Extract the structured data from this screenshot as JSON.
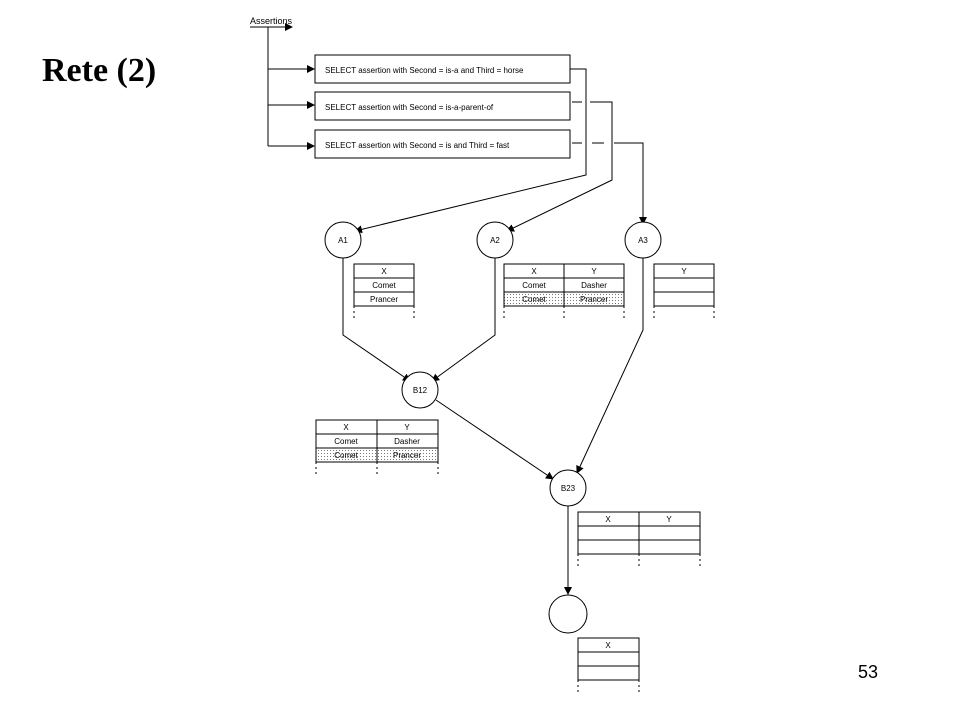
{
  "slide": {
    "title": "Rete (2)",
    "page_number": "53"
  },
  "source_label": "Assertions",
  "select_boxes": [
    "SELECT assertion with Second = is-a and Third = horse",
    "SELECT assertion with Second = is-a-parent-of",
    "SELECT assertion with Second = is and Third = fast"
  ],
  "nodes": {
    "a1": "A1",
    "a2": "A2",
    "a3": "A3",
    "b12": "B12",
    "b23": "B23",
    "terminal": ""
  },
  "tables": {
    "a1": {
      "headers": [
        "X"
      ],
      "rows": [
        [
          "Comet"
        ],
        [
          "Prancer"
        ]
      ],
      "highlighted_rows": []
    },
    "a2": {
      "headers": [
        "X",
        "Y"
      ],
      "rows": [
        [
          "Comet",
          "Dasher"
        ],
        [
          "Comet",
          "Prancer"
        ]
      ],
      "highlighted_rows": [
        1
      ]
    },
    "a3": {
      "headers": [
        "Y"
      ],
      "rows": [
        [
          ""
        ],
        [
          ""
        ]
      ],
      "highlighted_rows": []
    },
    "b12": {
      "headers": [
        "X",
        "Y"
      ],
      "rows": [
        [
          "Comet",
          "Dasher"
        ],
        [
          "Comet",
          "Prancer"
        ]
      ],
      "highlighted_rows": [
        1
      ]
    },
    "b23": {
      "headers": [
        "X",
        "Y"
      ],
      "rows": [
        [
          "",
          ""
        ],
        [
          "",
          ""
        ]
      ],
      "highlighted_rows": []
    },
    "terminal": {
      "headers": [
        "X"
      ],
      "rows": [
        [
          ""
        ],
        [
          ""
        ]
      ],
      "highlighted_rows": []
    }
  }
}
